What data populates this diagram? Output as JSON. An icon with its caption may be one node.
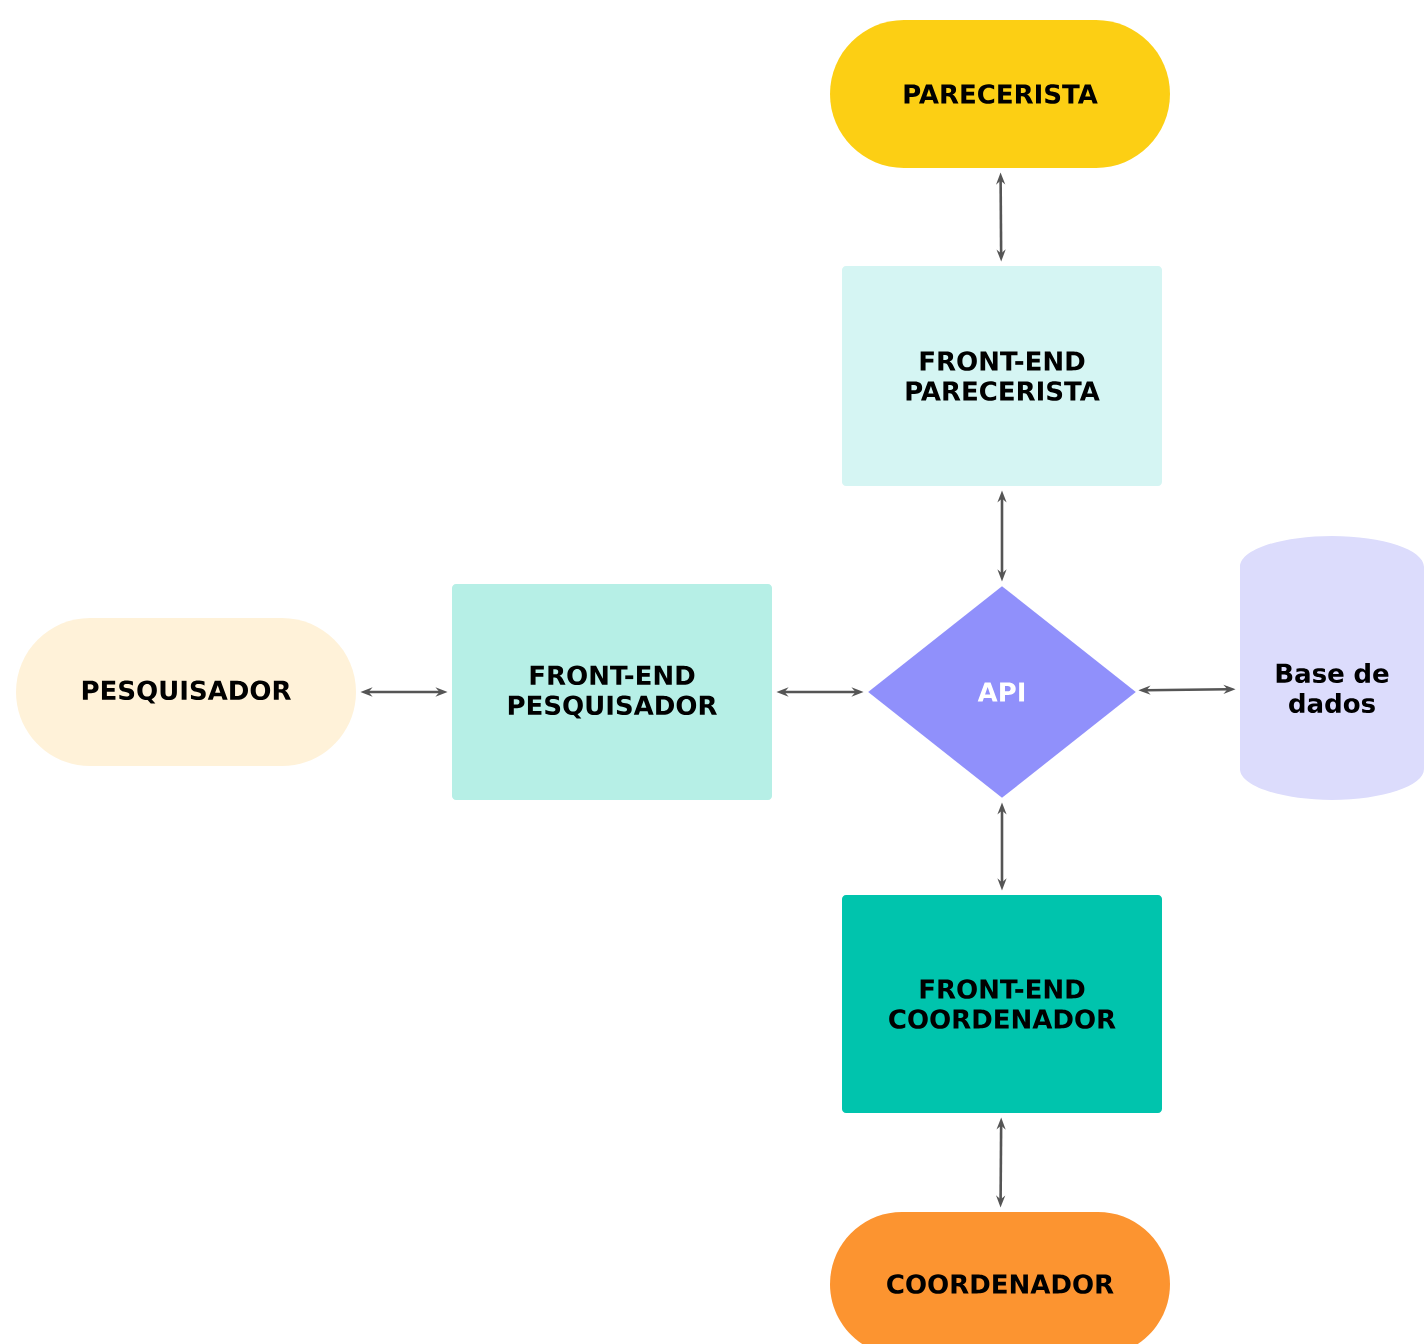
{
  "diagram": {
    "nodes": [
      {
        "text": [
          "PARECERISTA"
        ]
      },
      {
        "text": [
          "FRONT-END PARECERISTA"
        ]
      },
      {
        "text": [
          "PESQUISADOR"
        ]
      },
      {
        "text": [
          "FRONT-END PESQUISADOR"
        ]
      },
      {
        "text": [
          "API"
        ]
      },
      {
        "text": [
          "Base de dados"
        ]
      },
      {
        "text": [
          "FRONT-END COORDENADOR"
        ]
      },
      {
        "text": [
          "COORDENADOR"
        ]
      }
    ],
    "edges": [
      {
        "from": 0,
        "to": 1,
        "arrow": "both"
      },
      {
        "from": 1,
        "to": 4,
        "arrow": "both"
      },
      {
        "from": 2,
        "to": 3,
        "arrow": "both"
      },
      {
        "from": 3,
        "to": 4,
        "arrow": "both"
      },
      {
        "from": 4,
        "to": 5,
        "arrow": "both"
      },
      {
        "from": 4,
        "to": 6,
        "arrow": "both"
      },
      {
        "from": 6,
        "to": 7,
        "arrow": "both"
      }
    ]
  }
}
